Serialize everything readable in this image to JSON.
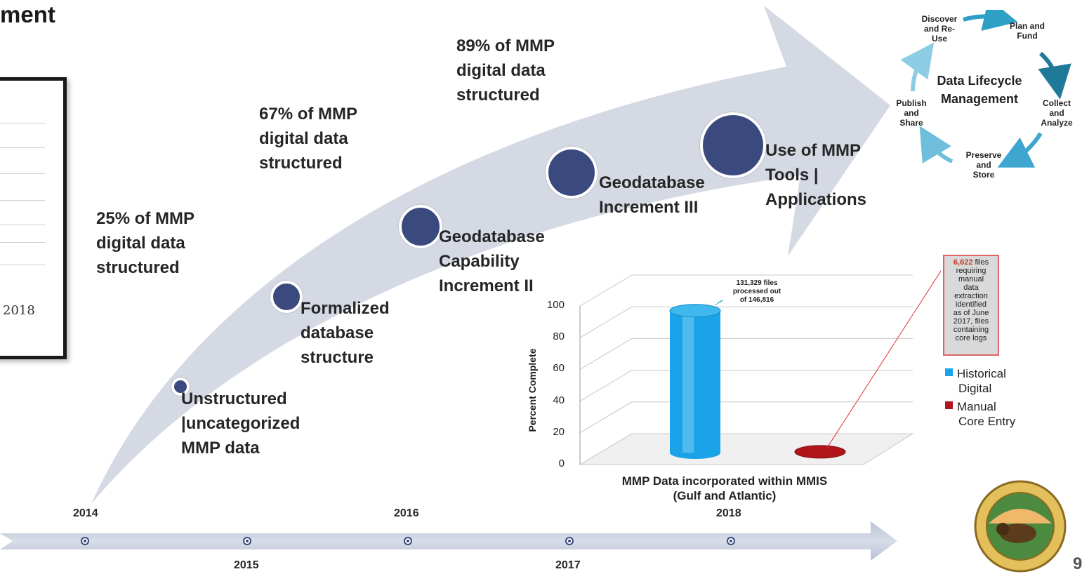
{
  "slide": {
    "title": "ment",
    "page_number": "9"
  },
  "left_card": {
    "year": "2018"
  },
  "stats": [
    {
      "line1": "25% of MMP",
      "line2": "digital data",
      "line3": "structured"
    },
    {
      "line1": "67% of MMP",
      "line2": "digital data",
      "line3": "structured"
    },
    {
      "line1": "89% of MMP",
      "line2": "digital data",
      "line3": "structured"
    }
  ],
  "milestones": [
    {
      "line1": "Unstructured",
      "line2": "|uncategorized",
      "line3": "MMP data"
    },
    {
      "line1": "Formalized",
      "line2": "database",
      "line3": "structure"
    },
    {
      "line1": "Geodatabase",
      "line2": "Capability",
      "line3": "Increment II"
    },
    {
      "line1": "Geodatabase",
      "line2": "Increment III"
    },
    {
      "line1": "Use of MMP",
      "line2": "Tools |",
      "line3": "Applications"
    }
  ],
  "timeline": {
    "years_top": [
      "2014",
      "2016",
      "2018"
    ],
    "years_bottom": [
      "2015",
      "2017"
    ]
  },
  "lifecycle": {
    "center_line1": "Data Lifecycle",
    "center_line2": "Management",
    "stages": [
      {
        "l1": "Discover",
        "l2": "and Re-",
        "l3": "Use"
      },
      {
        "l1": "Plan and",
        "l2": "Fund"
      },
      {
        "l1": "Collect",
        "l2": "and",
        "l3": "Analyze"
      },
      {
        "l1": "Preserve",
        "l2": "and",
        "l3": "Store"
      },
      {
        "l1": "Publish",
        "l2": "and",
        "l3": "Share"
      }
    ]
  },
  "chart_data": {
    "type": "bar",
    "title": "",
    "xlabel": "MMP Data incorporated within MMIS (Gulf and Atlantic)",
    "caption_line1": "MMP Data incorporated within MMIS",
    "caption_line2": "(Gulf and Atlantic)",
    "ylabel": "Percent Complete",
    "ylim": [
      0,
      100
    ],
    "yticks": [
      "0",
      "20",
      "40",
      "60",
      "80",
      "100"
    ],
    "categories": [
      "Historical Digital",
      "Manual Core Entry"
    ],
    "series": [
      {
        "name": "Historical Digital",
        "values": [
          89.5,
          0
        ],
        "color": "#1aa3e8"
      },
      {
        "name": "Manual Core Entry",
        "values": [
          0,
          0.5
        ],
        "color": "#b0151a"
      }
    ],
    "legend": [
      "Historical Digital",
      "Manual Core Entry"
    ],
    "legend_line2": [
      "Digital",
      "Core Entry"
    ],
    "legend_line1": [
      "Historical",
      "Manual"
    ],
    "annotations": {
      "blue_l1": "131,329 files",
      "blue_l2": "processed out",
      "blue_l3": "of 146,816",
      "red_num": "6,622",
      "red_text": [
        "files",
        "requiring",
        "manual",
        "data",
        "extraction",
        "identified",
        "as of June",
        "2017, files",
        "containing",
        "core logs"
      ]
    },
    "grid": true,
    "legend_position": "right"
  }
}
